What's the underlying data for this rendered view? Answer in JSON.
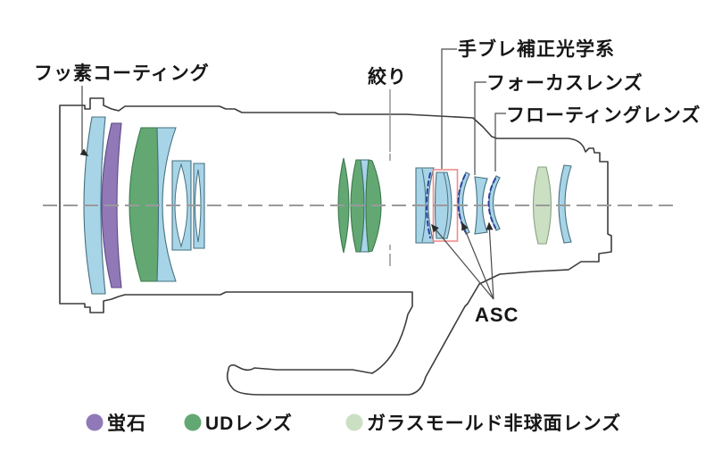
{
  "diagram": {
    "title": "lens optical construction diagram",
    "labels": {
      "fluorine_coating": "フッ素コーティング",
      "aperture": "絞り",
      "stabilizer": "手ブレ補正光学系",
      "focus_lens": "フォーカスレンズ",
      "floating_lens": "フローティングレンズ",
      "asc": "ASC"
    },
    "legend": {
      "items": [
        {
          "name": "fluorite",
          "label": "蛍石",
          "color": "#9179B8"
        },
        {
          "name": "ud-lens",
          "label": "UDレンズ",
          "color": "#63A873"
        },
        {
          "name": "glass-molded-aspherical",
          "label": "ガラスモールド非球面レンズ",
          "color": "#CBE0C2"
        }
      ]
    },
    "colors": {
      "standard_glass": "#A8D4E8",
      "fluorite": "#9179B8",
      "ud_glass": "#63A873",
      "aspherical_glass": "#CBE0C2",
      "asc_coating_dash": "#2E3F9E",
      "stabilizer_box": "#EE8C8C",
      "outline": "#3C3C3C"
    }
  }
}
